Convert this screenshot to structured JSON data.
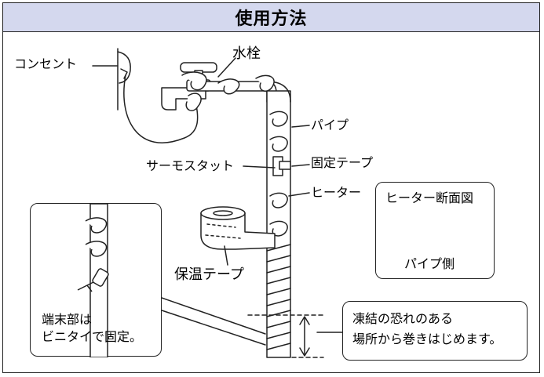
{
  "title": "使用方法",
  "labels": {
    "outlet": "コンセント",
    "faucet": "水栓",
    "pipe": "パイプ",
    "thermostat": "サーモスタット",
    "fixing_tape": "固定テープ",
    "heater": "ヒーター",
    "insulation_tape": "保温テープ"
  },
  "cross_section": {
    "title": "ヒーター断面図",
    "pipe_side": "パイプ側"
  },
  "end_note": {
    "line1": "端末部は",
    "line2": "ビニタイで固定。"
  },
  "freeze_note": {
    "line1": "凍結の恐れのある",
    "line2": "場所から巻きはじめます。"
  }
}
